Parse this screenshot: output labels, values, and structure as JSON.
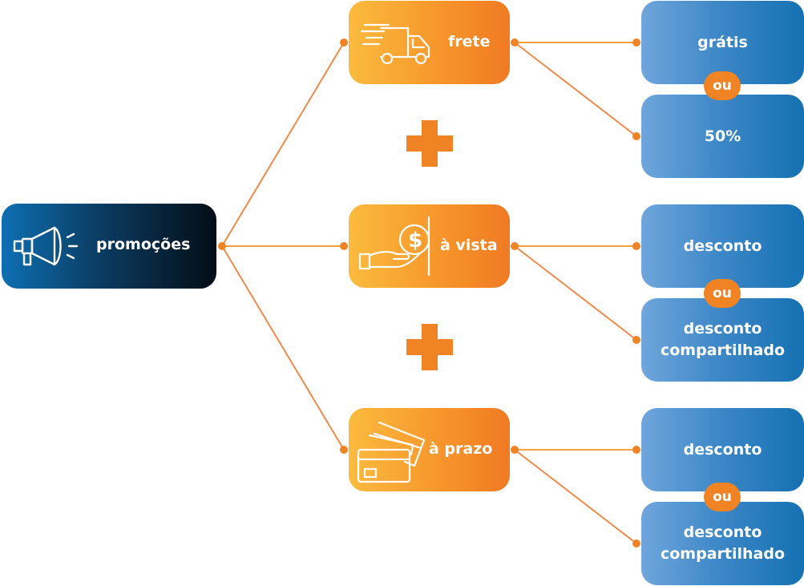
{
  "root": {
    "label": "promoções",
    "icon": "megaphone-icon"
  },
  "payment_branches": [
    {
      "label": "frete",
      "icon": "delivery-truck-icon",
      "options": [
        {
          "lines": [
            "grátis"
          ]
        },
        {
          "lines": [
            "50%"
          ]
        }
      ],
      "separator": "ou"
    },
    {
      "label": "à vista",
      "icon": "hand-dollar-coin-icon",
      "options": [
        {
          "lines": [
            "desconto"
          ]
        },
        {
          "lines": [
            "desconto",
            "compartilhado"
          ]
        }
      ],
      "separator": "ou"
    },
    {
      "label": "à prazo",
      "icon": "credit-cards-icon",
      "options": [
        {
          "lines": [
            "desconto"
          ]
        },
        {
          "lines": [
            "desconto",
            "compartilhado"
          ]
        }
      ],
      "separator": "ou"
    }
  ],
  "colors": {
    "orange_accent": "#f08323",
    "connector_light": "#f7b23c",
    "connector_dark": "#ed7a30",
    "root_start": "#0e6fb2",
    "root_end": "#040d16",
    "option_blue": "#1571b2"
  }
}
